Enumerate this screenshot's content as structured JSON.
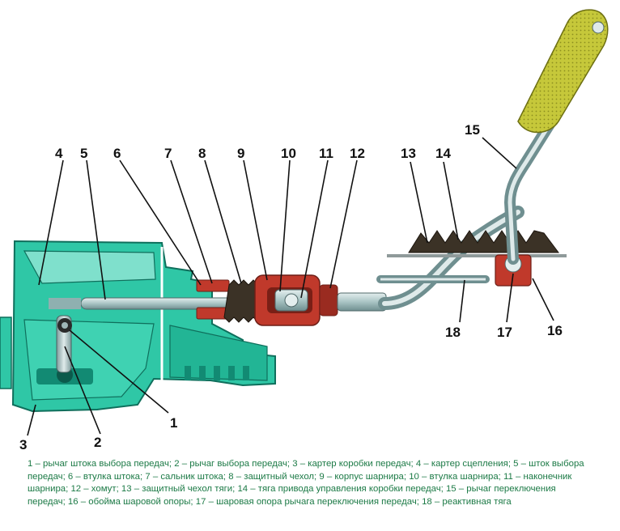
{
  "labels": [
    {
      "id": "1",
      "text": "1"
    },
    {
      "id": "2",
      "text": "2"
    },
    {
      "id": "3",
      "text": "3"
    },
    {
      "id": "4",
      "text": "4"
    },
    {
      "id": "5",
      "text": "5"
    },
    {
      "id": "6",
      "text": "6"
    },
    {
      "id": "7",
      "text": "7"
    },
    {
      "id": "8",
      "text": "8"
    },
    {
      "id": "9",
      "text": "9"
    },
    {
      "id": "10",
      "text": "10"
    },
    {
      "id": "11",
      "text": "11"
    },
    {
      "id": "12",
      "text": "12"
    },
    {
      "id": "13",
      "text": "13"
    },
    {
      "id": "14",
      "text": "14"
    },
    {
      "id": "15",
      "text": "15"
    },
    {
      "id": "16",
      "text": "16"
    },
    {
      "id": "17",
      "text": "17"
    },
    {
      "id": "18",
      "text": "18"
    }
  ],
  "legend": "1 – рычаг штока выбора передач; 2 – рычаг выбора передач; 3 – картер коробки передач; 4 – картер сцепления; 5 – шток выбора передач; 6 – втулка штока; 7 – сальник штока; 8 – защитный чехол; 9 – корпус шарнира; 10 – втулка шарнира; 11 – наконечник шарнира; 12 – хомут; 13 – защитный чехол тяги; 14 – тяга привода управления коробки передач; 15 – рычаг переключения передач; 16 – обойма шаровой опоры; 17 – шаровая опора рычага переключения передач; 18 – реактивная тяга",
  "colors": {
    "housing": "#2fc7a6",
    "housing_dark": "#128a73",
    "metal": "#a9c4c4",
    "rubber": "#3b3226",
    "red_part": "#c0392b",
    "handle": "#c6c83a",
    "legend_text": "#1c7a46"
  }
}
